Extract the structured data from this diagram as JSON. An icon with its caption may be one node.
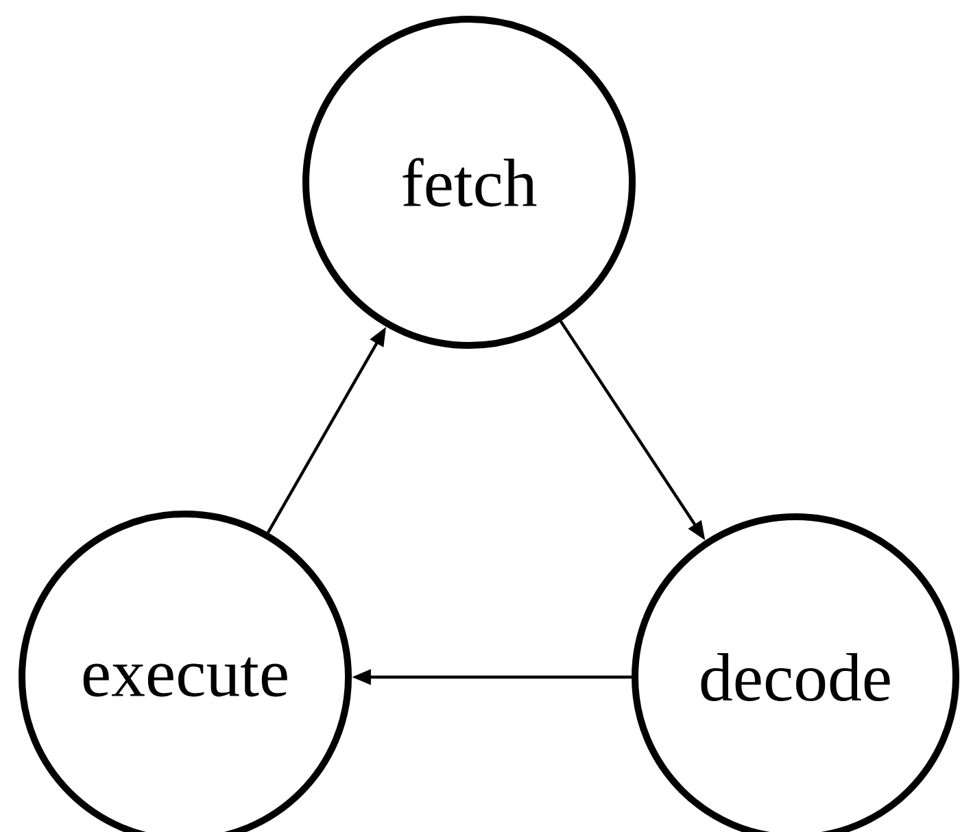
{
  "diagram": {
    "nodes": [
      {
        "text": [
          "fetch"
        ]
      },
      {
        "text": [
          "decode"
        ]
      },
      {
        "text": [
          "execute"
        ]
      }
    ],
    "edges": [
      {
        "from": 0,
        "to": 1,
        "arrow": "to"
      },
      {
        "from": 1,
        "to": 2,
        "arrow": "to"
      },
      {
        "from": 2,
        "to": 0,
        "arrow": "to"
      }
    ]
  }
}
